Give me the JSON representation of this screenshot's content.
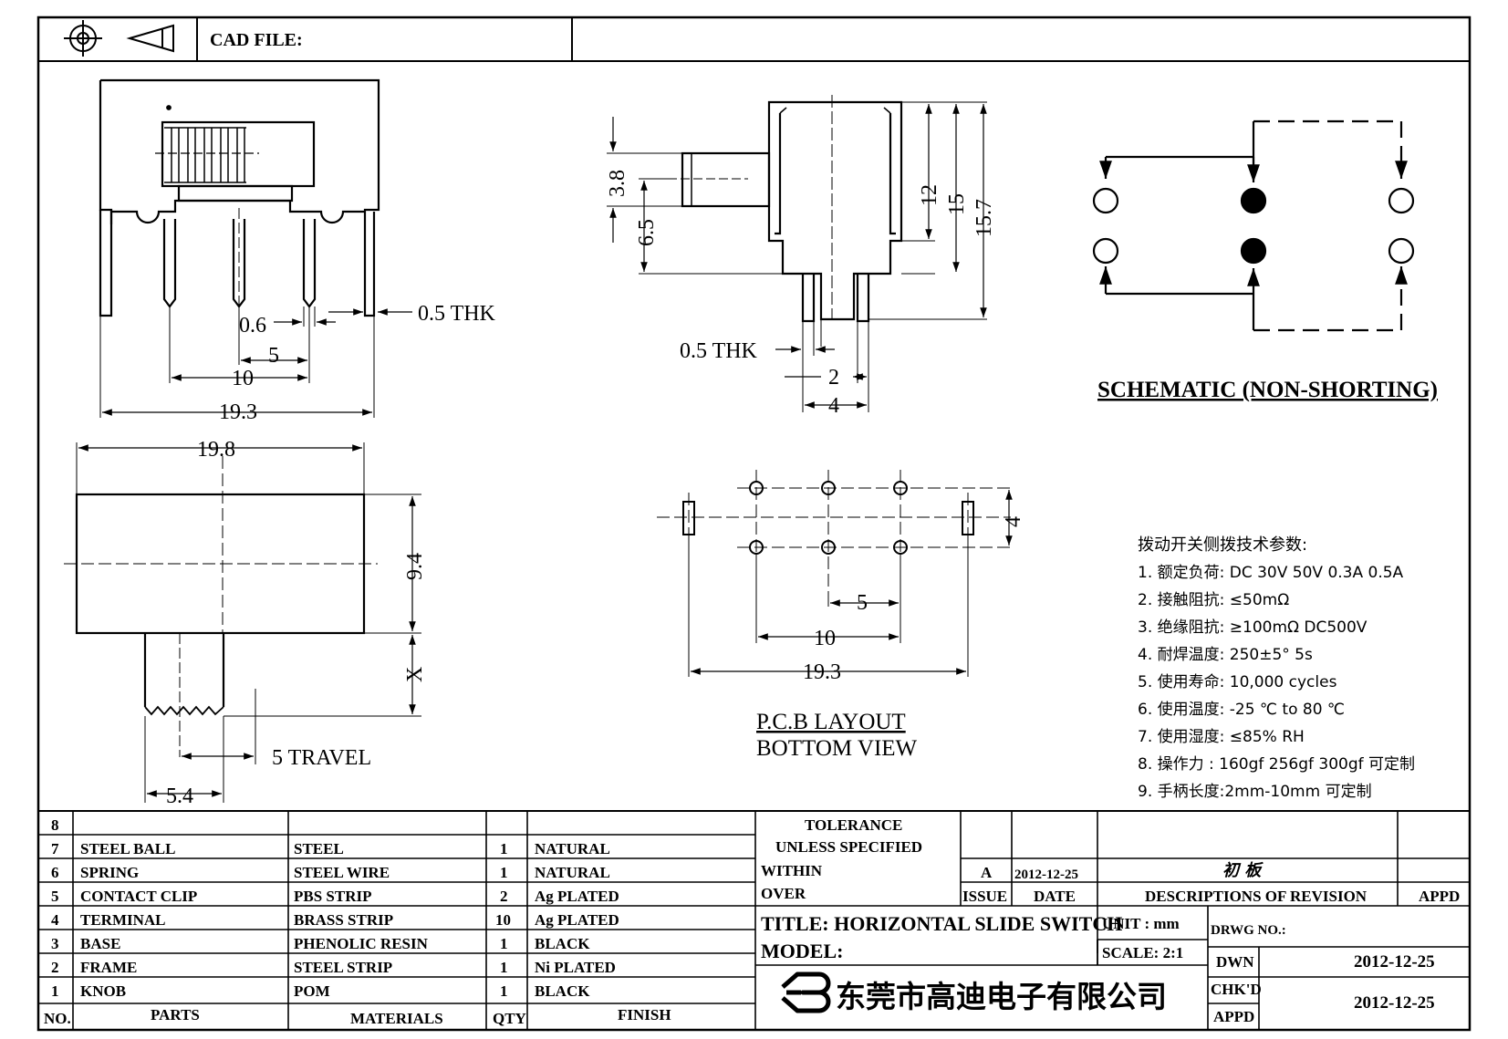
{
  "header": {
    "cad_file_label": "CAD FILE:"
  },
  "side_view": {
    "dim_pin_width": "0.6",
    "dim_pin_pitch": "5",
    "dim_outer_pins": "10",
    "dim_overall_width": "19.3",
    "dim_thickness": "0.5 THK"
  },
  "end_view": {
    "dim_knob_height": "3.8",
    "dim_knob_center": "6.5",
    "dim_height_12": "12",
    "dim_height_15": "15",
    "dim_height_15_7": "15.7",
    "dim_thickness": "0.5 THK",
    "dim_pin_spacing": "2",
    "dim_pin_outer": "4"
  },
  "schematic": {
    "title": "SCHEMATIC (NON-SHORTING)"
  },
  "top_view": {
    "dim_length": "19.8",
    "dim_width": "9.4",
    "dim_knob_ext": "X",
    "dim_travel": "5 TRAVEL",
    "dim_knob_width": "5.4"
  },
  "pcb_layout": {
    "dim_row_pitch": "4",
    "dim_pitch": "5",
    "dim_span": "10",
    "dim_overall": "19.3",
    "title_line1": "P.C.B LAYOUT",
    "title_line2": "BOTTOM VIEW"
  },
  "specs": {
    "heading": "拨动开关侧拨技术参数:",
    "items": [
      "1. 额定负荷: DC 30V 50V 0.3A 0.5A",
      "2. 接触阻抗: ≤50mΩ",
      "3. 绝缘阻抗: ≥100mΩ DC500V",
      "4. 耐焊温度: 250±5° 5s",
      "5. 使用寿命: 10,000 cycles",
      "6. 使用温度: -25 ℃ to 80 ℃",
      "7. 使用湿度: ≤85% RH",
      "8. 操作力 : 160gf 256gf 300gf 可定制",
      "9. 手柄长度:2mm-10mm 可定制"
    ]
  },
  "bom": {
    "col_no": "NO.",
    "col_parts": "PARTS",
    "col_materials": "MATERIALS",
    "col_qty": "QTY",
    "col_finish": "FINISH",
    "rows": [
      {
        "no": "8",
        "part": "",
        "material": "",
        "qty": "",
        "finish": ""
      },
      {
        "no": "7",
        "part": "STEEL BALL",
        "material": "STEEL",
        "qty": "1",
        "finish": "NATURAL"
      },
      {
        "no": "6",
        "part": "SPRING",
        "material": "STEEL WIRE",
        "qty": "1",
        "finish": "NATURAL"
      },
      {
        "no": "5",
        "part": "CONTACT CLIP",
        "material": "PBS STRIP",
        "qty": "2",
        "finish": "Ag PLATED"
      },
      {
        "no": "4",
        "part": "TERMINAL",
        "material": "BRASS STRIP",
        "qty": "10",
        "finish": "Ag PLATED"
      },
      {
        "no": "3",
        "part": "BASE",
        "material": "PHENOLIC RESIN",
        "qty": "1",
        "finish": "BLACK"
      },
      {
        "no": "2",
        "part": "FRAME",
        "material": "STEEL STRIP",
        "qty": "1",
        "finish": "Ni PLATED"
      },
      {
        "no": "1",
        "part": "KNOB",
        "material": "POM",
        "qty": "1",
        "finish": "BLACK"
      }
    ]
  },
  "title_block": {
    "tolerance": "TOLERANCE",
    "unless": "UNLESS SPECIFIED",
    "within": "WITHIN",
    "over": "OVER",
    "issue_value": "A",
    "date_value": "2012-12-25",
    "revision_desc": "初 板",
    "issue_label": "ISSUE",
    "date_label": "DATE",
    "desc_label": "DESCRIPTIONS OF REVISION",
    "appd_label": "APPD",
    "title": "TITLE: HORIZONTAL SLIDE SWITCH",
    "unit": "UNIT : mm",
    "drwg_no": "DRWG NO.:",
    "model": "MODEL:",
    "scale": "SCALE: 2:1",
    "dwn_label": "DWN",
    "dwn_date": "2012-12-25",
    "chkd_label": "CHK'D",
    "chkd_date": "2012-12-25",
    "appd2_label": "APPD",
    "company": "东莞市高迪电子有限公司"
  }
}
